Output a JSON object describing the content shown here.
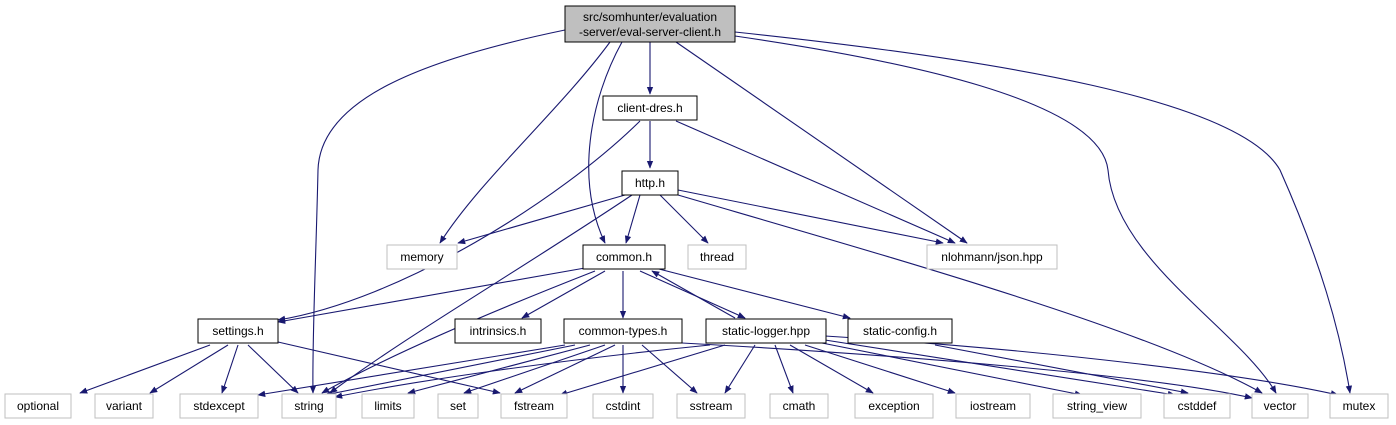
{
  "diagram": {
    "root": {
      "lines": [
        "src/somhunter/evaluation",
        "-server/eval-server-client.h"
      ]
    },
    "nodes": {
      "client_dres": "client-dres.h",
      "http": "http.h",
      "memory": "memory",
      "thread": "thread",
      "json": "nlohmann/json.hpp",
      "common": "common.h",
      "settings": "settings.h",
      "intrinsics": "intrinsics.h",
      "common_types": "common-types.h",
      "static_logger": "static-logger.hpp",
      "static_config": "static-config.h",
      "optional": "optional",
      "variant": "variant",
      "stdexcept": "stdexcept",
      "string": "string",
      "limits": "limits",
      "set": "set",
      "fstream": "fstream",
      "cstdint": "cstdint",
      "sstream": "sstream",
      "cmath": "cmath",
      "exception": "exception",
      "iostream": "iostream",
      "string_view": "string_view",
      "cstddef": "cstddef",
      "vector": "vector",
      "mutex": "mutex"
    },
    "colors": {
      "edge": "#191970",
      "root_fill": "#bfbfbf",
      "documented_border": "#000000",
      "external_border": "#bfbfbf",
      "external_text": "#000000"
    }
  }
}
